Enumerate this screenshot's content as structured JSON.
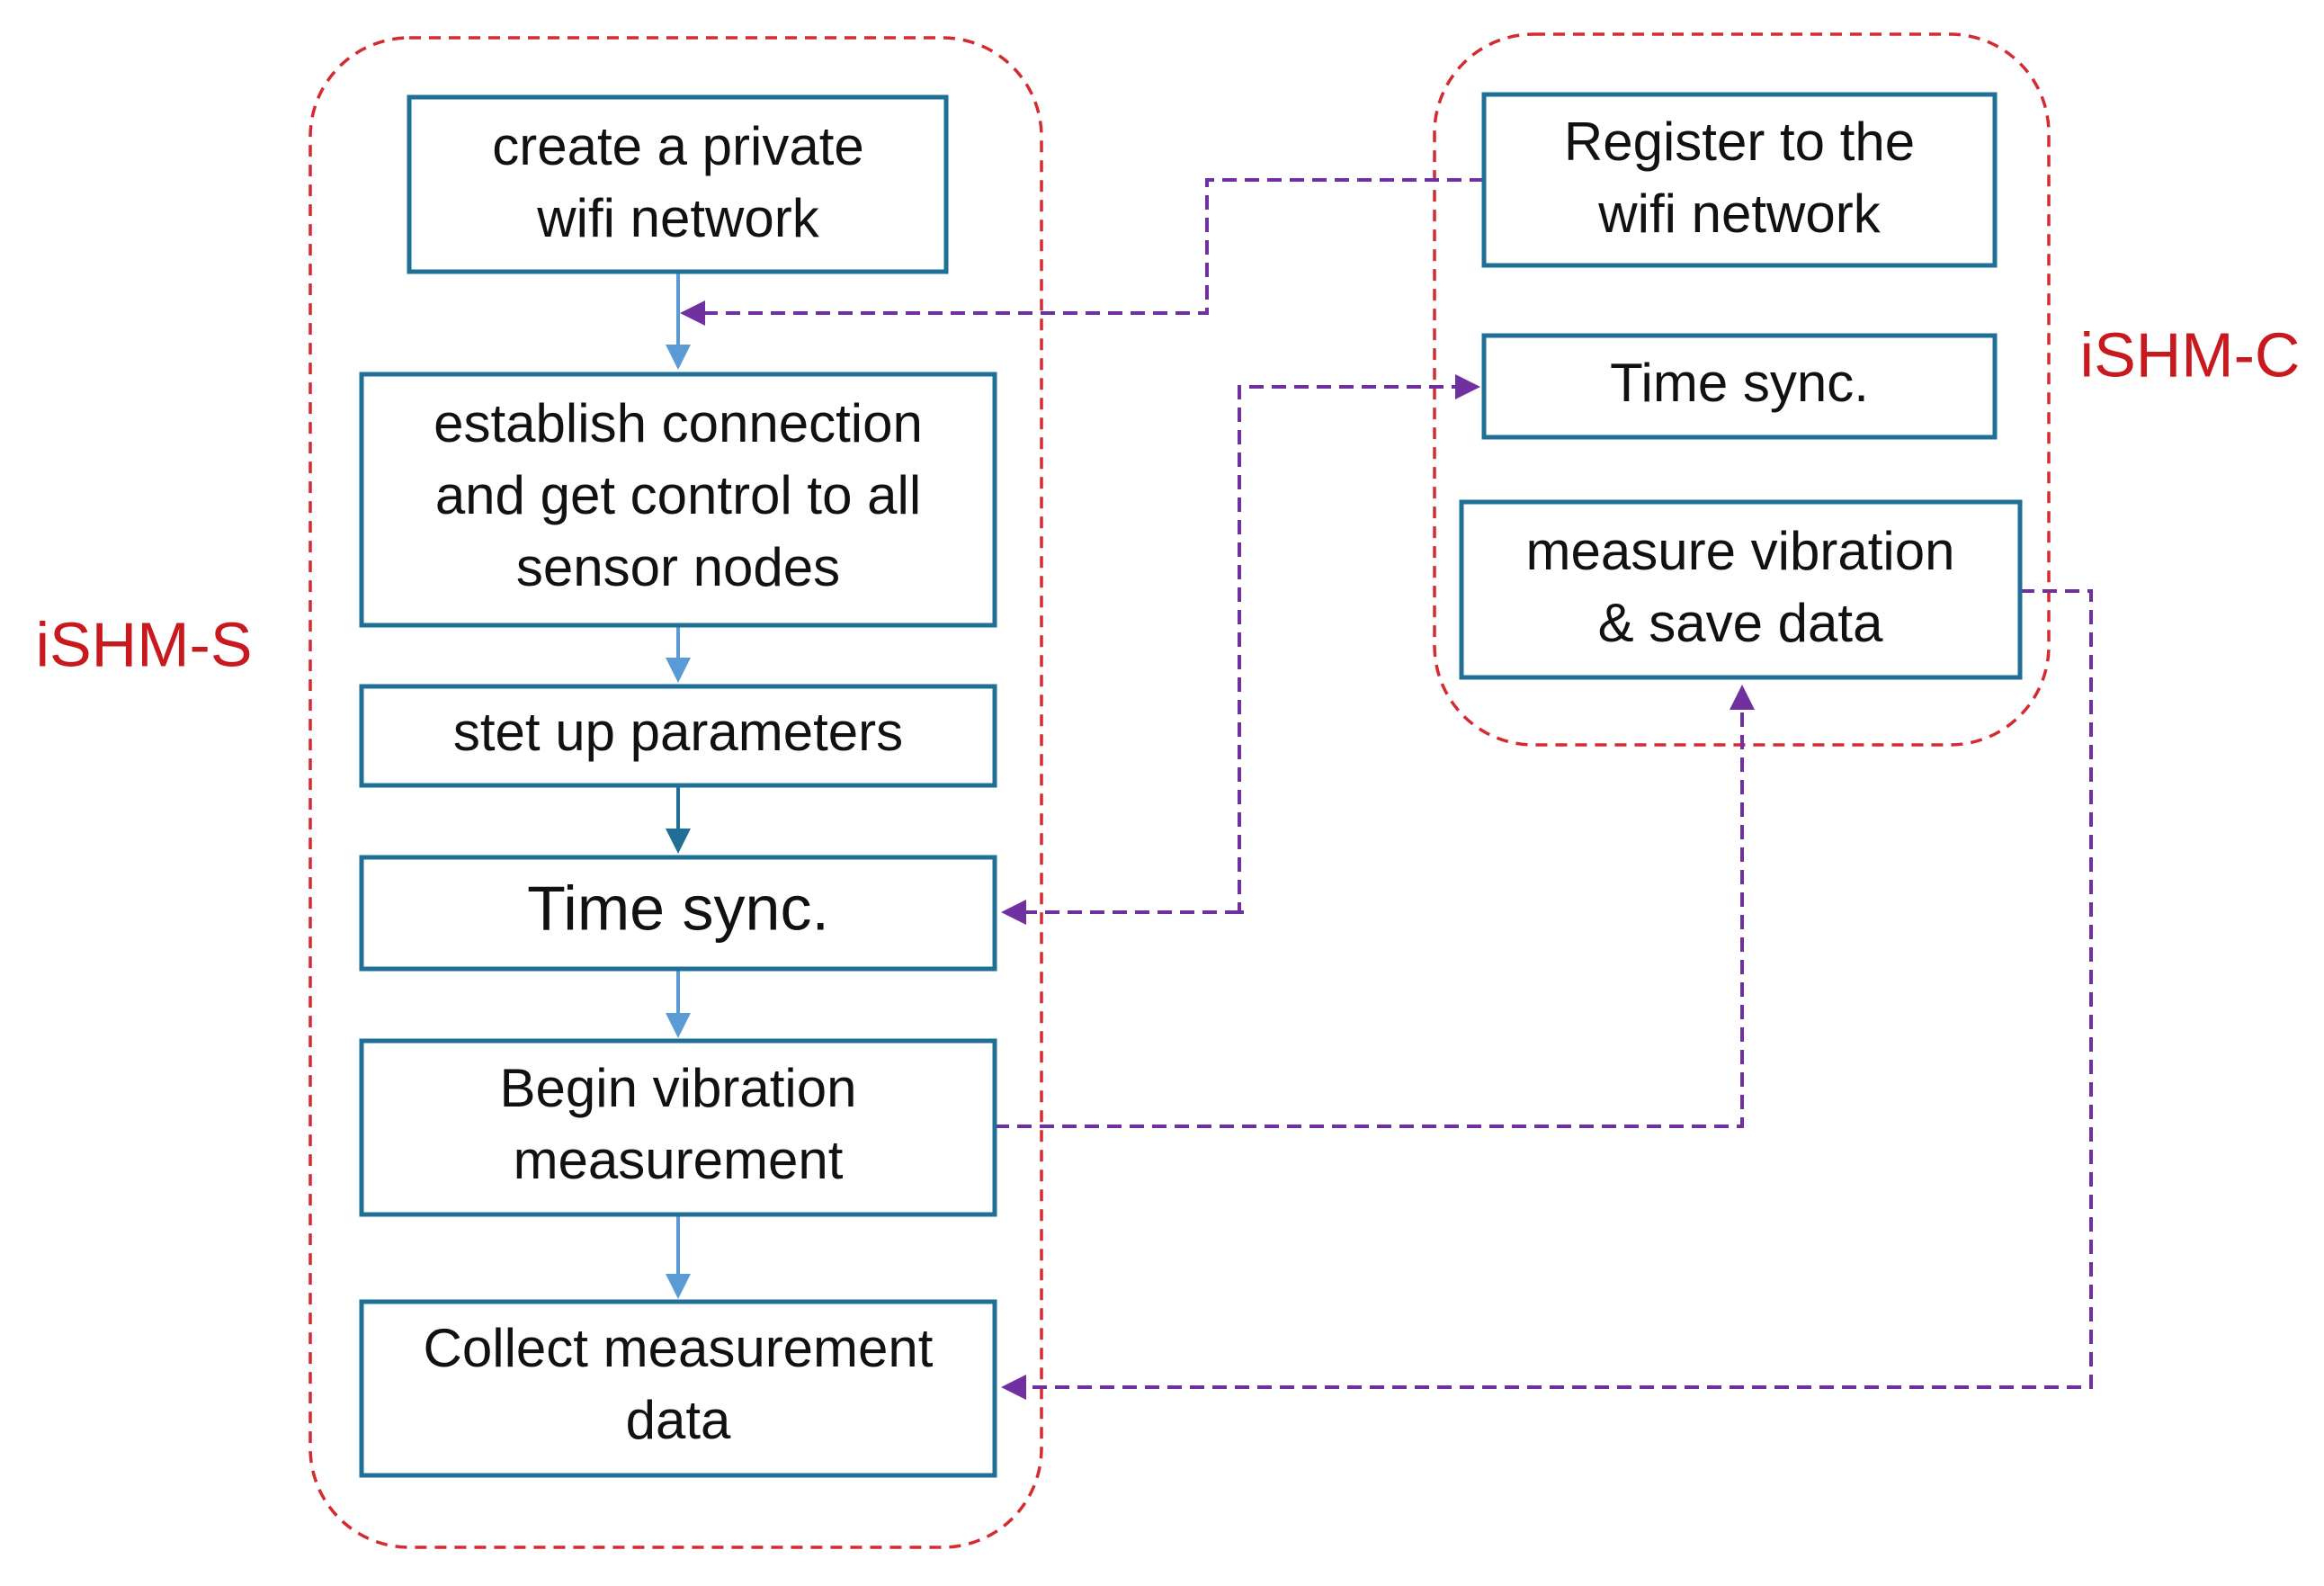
{
  "colors": {
    "box_border": "#1f6f97",
    "group_outline": "#d42a30",
    "group_label": "#c8191f",
    "flow_arrow_light": "#5b9bd5",
    "flow_arrow_dark": "#1f6f97",
    "message_arrow": "#7030a0"
  },
  "groups": {
    "server": {
      "label": "iSHM-S"
    },
    "client": {
      "label": "iSHM-C"
    }
  },
  "server_steps": {
    "create_network": [
      "create a private",
      "wifi network"
    ],
    "establish_connection": [
      "establish connection",
      "and get control to all",
      "sensor nodes"
    ],
    "setup_parameters": [
      "stet up parameters"
    ],
    "time_sync": [
      "Time sync."
    ],
    "begin_measurement": [
      "Begin vibration",
      "measurement"
    ],
    "collect_data": [
      "Collect measurement",
      "data"
    ]
  },
  "client_steps": {
    "register_wifi": [
      "Register to the",
      "wifi network"
    ],
    "time_sync": [
      "Time sync."
    ],
    "measure_vibration": [
      "measure vibration",
      "& save data"
    ]
  }
}
